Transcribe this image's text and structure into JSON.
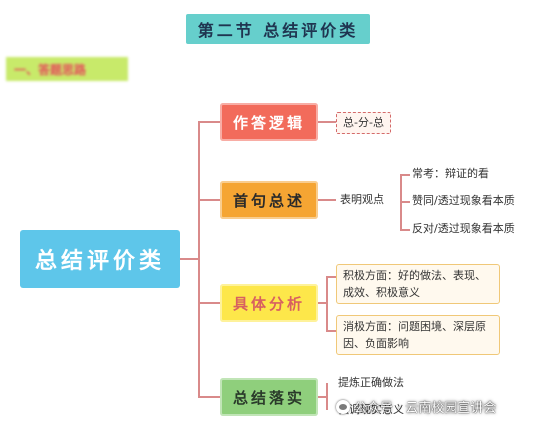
{
  "header": {
    "title": "第二节 总结评价类"
  },
  "section": {
    "label": "一、答题思路"
  },
  "diagram": {
    "root": "总结评价类",
    "branches": [
      {
        "label": "作答逻辑",
        "leaves": [
          "总-分-总"
        ]
      },
      {
        "label": "首句总述",
        "mid": "表明观点",
        "leaves": [
          "常考：辩证的看",
          "赞同/透过现象看本质",
          "反对/透过现象看本质"
        ]
      },
      {
        "label": "具体分析",
        "leaves": [
          "积极方面：好的做法、表现、成效、积极意义",
          "消极方面：问题困境、深层原因、负面影响"
        ]
      },
      {
        "label": "总结落实",
        "leaves": [
          "提炼正确做法",
          "强调现实意义"
        ]
      }
    ]
  },
  "watermark": {
    "text": "公众号 · 云南校园宣讲会"
  },
  "colors": {
    "title_bg": "#66cfcc",
    "root_bg": "#5ec6ea",
    "b1": "#f26b5b",
    "b2": "#f5a533",
    "b3": "#fde74a",
    "b4": "#8fcf7c",
    "connector": "#d98a8a"
  }
}
